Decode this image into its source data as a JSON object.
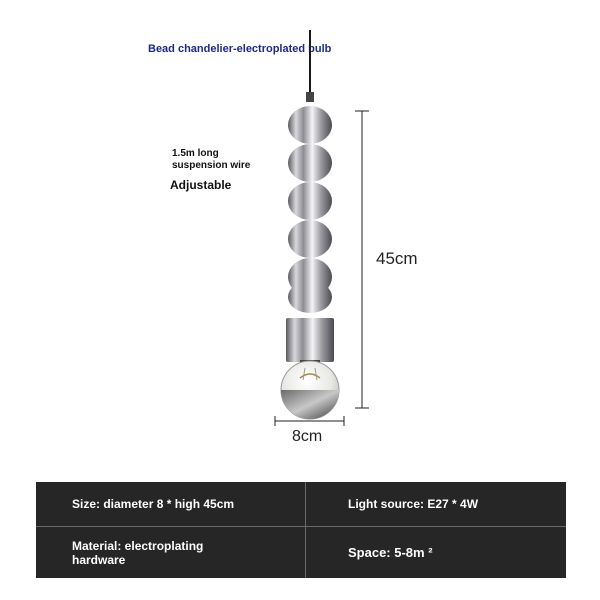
{
  "title": "Bead chandelier-electroplated bulb",
  "annotations": {
    "wire_line1": "1.5m long",
    "wire_line2": "suspension wire",
    "adjustable": "Adjustable"
  },
  "dimensions": {
    "height": "45cm",
    "width": "8cm"
  },
  "specs": {
    "size": "Size: diameter 8 * high 45cm",
    "light_source": "Light source: E27 * 4W",
    "material_line1": "Material: electroplating",
    "material_line2": "hardware",
    "space": "Space: 5-8m ²"
  },
  "colors": {
    "title": "#1c2a8c",
    "table_bg": "#262626"
  }
}
